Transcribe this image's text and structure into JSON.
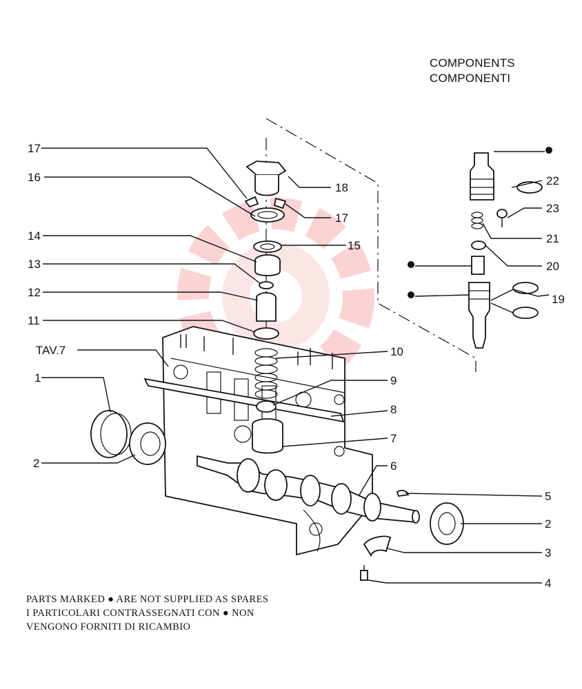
{
  "header": {
    "line1": "COMPONENTS",
    "line2": "COMPONENTI"
  },
  "note": {
    "line1": "PARTS MARKED ● ARE NOT SUPPLIED AS SPARES",
    "line2": "I PARTICOLARI CONTRASSEGNATI CON ●  NON",
    "line3": "VENGONO FORNITI DI RICAMBIO"
  },
  "table_ref": "TAV.7",
  "callouts": {
    "c1": "1",
    "c2a": "2",
    "c2b": "2",
    "c3": "3",
    "c4": "4",
    "c5": "5",
    "c6": "6",
    "c7": "7",
    "c8": "8",
    "c9": "9",
    "c10": "10",
    "c11": "11",
    "c12": "12",
    "c13": "13",
    "c14": "14",
    "c15": "15",
    "c16": "16",
    "c17a": "17",
    "c17b": "17",
    "c18": "18",
    "c19": "19",
    "c20": "20",
    "c21": "21",
    "c22": "22",
    "c23": "23"
  },
  "watermark_color": "#f4a0a0"
}
